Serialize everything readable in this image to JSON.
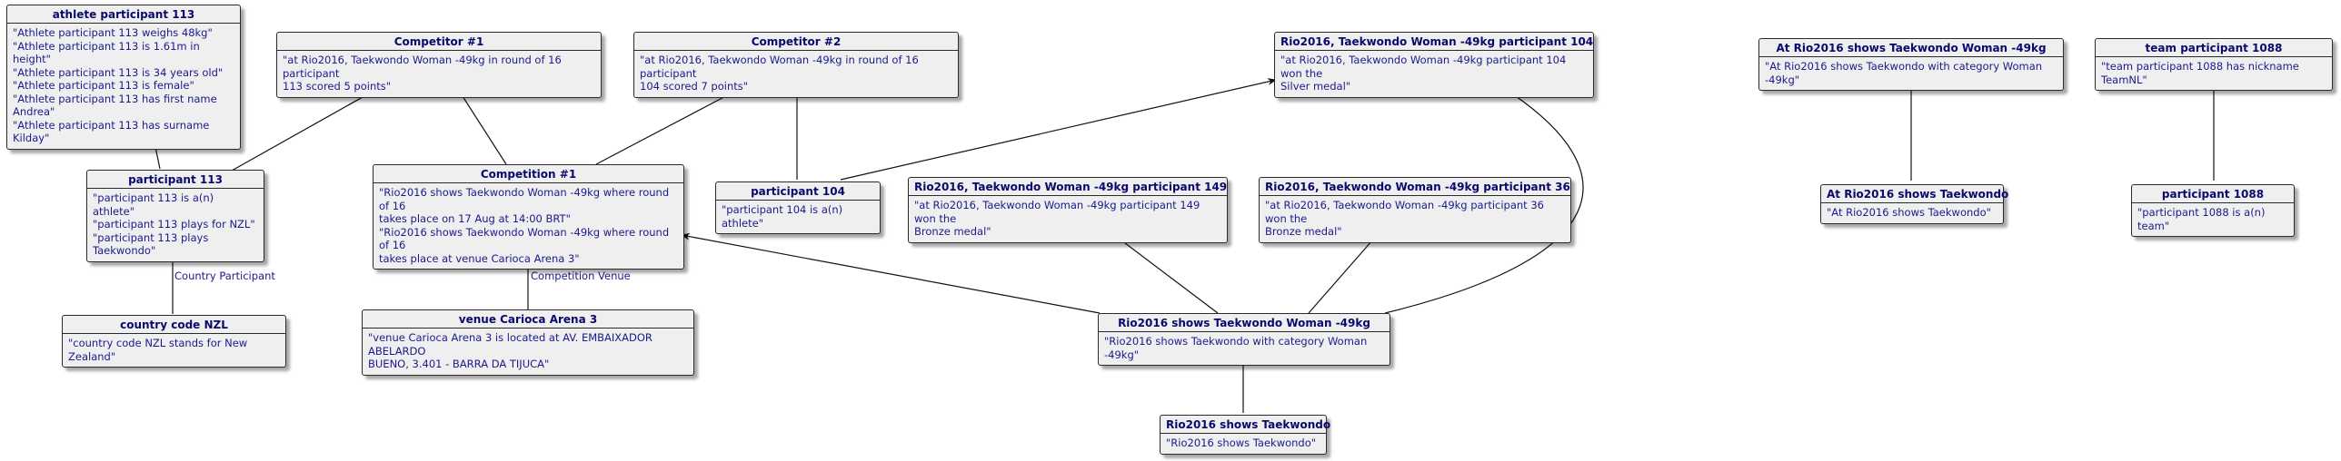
{
  "nodes": {
    "athlete113": {
      "title": "athlete participant 113",
      "lines": [
        "\"Athlete participant 113 weighs 48kg\"",
        "\"Athlete participant 113 is 1.61m in height\"",
        "\"Athlete participant 113 is 34 years old\"",
        "\"Athlete participant 113 is female\"",
        "\"Athlete participant 113 has first name Andrea\"",
        "\"Athlete participant 113 has surname Kilday\""
      ]
    },
    "competitor1": {
      "title": "Competitor #1",
      "lines": [
        "\"at Rio2016, Taekwondo Woman -49kg in round of 16 participant\n113 scored 5 points\""
      ]
    },
    "competitor2": {
      "title": "Competitor #2",
      "lines": [
        "\"at Rio2016, Taekwondo Woman -49kg in round of 16 participant\n104 scored 7 points\""
      ]
    },
    "p104silver": {
      "title": "Rio2016, Taekwondo Woman -49kg participant 104",
      "lines": [
        "\"at Rio2016, Taekwondo Woman -49kg participant 104 won the\nSilver medal\""
      ]
    },
    "atRioCat": {
      "title": "At Rio2016 shows Taekwondo Woman -49kg",
      "lines": [
        "\"At Rio2016 shows Taekwondo with category Woman -49kg\""
      ]
    },
    "team1088": {
      "title": "team participant 1088",
      "lines": [
        "\"team participant 1088 has nickname TeamNL\""
      ]
    },
    "participant113": {
      "title": "participant 113",
      "lines": [
        "\"participant 113 is a(n) athlete\"",
        "\"participant 113 plays for NZL\"",
        "\"participant 113 plays Taekwondo\""
      ]
    },
    "competition1": {
      "title": "Competition #1",
      "lines": [
        "\"Rio2016 shows Taekwondo Woman -49kg where round of 16\ntakes place on 17 Aug at 14:00 BRT\"",
        "\"Rio2016 shows Taekwondo Woman -49kg where round of 16\ntakes place at venue Carioca Arena 3\""
      ]
    },
    "participant104": {
      "title": "participant 104",
      "lines": [
        "\"participant 104 is a(n) athlete\""
      ]
    },
    "p149bronze": {
      "title": "Rio2016, Taekwondo Woman -49kg participant 149",
      "lines": [
        "\"at Rio2016, Taekwondo Woman -49kg participant 149 won the\nBronze medal\""
      ]
    },
    "p36bronze": {
      "title": "Rio2016, Taekwondo Woman -49kg participant 36",
      "lines": [
        "\"at Rio2016, Taekwondo Woman -49kg participant 36 won the\nBronze medal\""
      ]
    },
    "atRio": {
      "title": "At Rio2016 shows Taekwondo",
      "lines": [
        "\"At Rio2016 shows Taekwondo\""
      ]
    },
    "participant1088": {
      "title": "participant 1088",
      "lines": [
        "\"participant 1088 is a(n) team\""
      ]
    },
    "nzl": {
      "title": "country code NZL",
      "lines": [
        "\"country code NZL stands for New Zealand\""
      ]
    },
    "venue": {
      "title": "venue Carioca Arena 3",
      "lines": [
        "\"venue Carioca Arena 3 is located at AV. EMBAIXADOR ABELARDO\nBUENO, 3.401 - BARRA DA TIJUCA\""
      ]
    },
    "rioCat": {
      "title": "Rio2016 shows Taekwondo Woman -49kg",
      "lines": [
        "\"Rio2016 shows Taekwondo with category Woman -49kg\""
      ]
    },
    "rio": {
      "title": "Rio2016 shows Taekwondo",
      "lines": [
        "\"Rio2016 shows Taekwondo\""
      ]
    }
  },
  "edge_labels": {
    "country": "Country Participant",
    "venue": "Competition Venue"
  },
  "colors": {
    "node_fill": "#efefef",
    "title_text": "#0a0a6e",
    "body_text": "#1a1a8c",
    "edge": "#111111"
  }
}
